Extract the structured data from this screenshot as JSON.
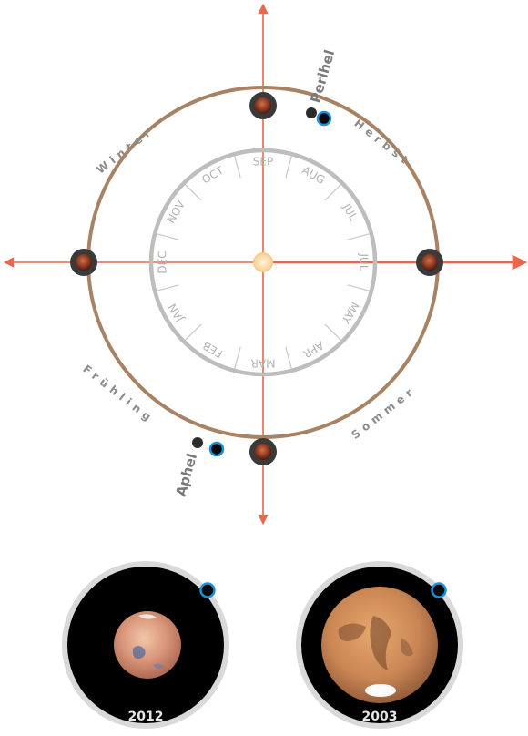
{
  "months": [
    "SEP",
    "AUG",
    "JUL",
    "JUL",
    "MAY",
    "APR",
    "MAR",
    "FEB",
    "JAN",
    "DEC",
    "NOV",
    "OCT"
  ],
  "seasons": {
    "winter": "Winter",
    "herbst": "Herbst",
    "fruehling": "Frühling",
    "sommer": "Sommer"
  },
  "perihel_label": "Perihel",
  "aphel_label": "Aphel",
  "comparison": [
    {
      "year": "2012"
    },
    {
      "year": "2003"
    }
  ],
  "colors": {
    "mars_orbit": "#a88263",
    "earth_orbit": "#bdbdbd",
    "axis": "#e8684e",
    "sun": "#f9d9a8",
    "earth_marker": "#1e90d8",
    "planet_ring": "#333333"
  }
}
